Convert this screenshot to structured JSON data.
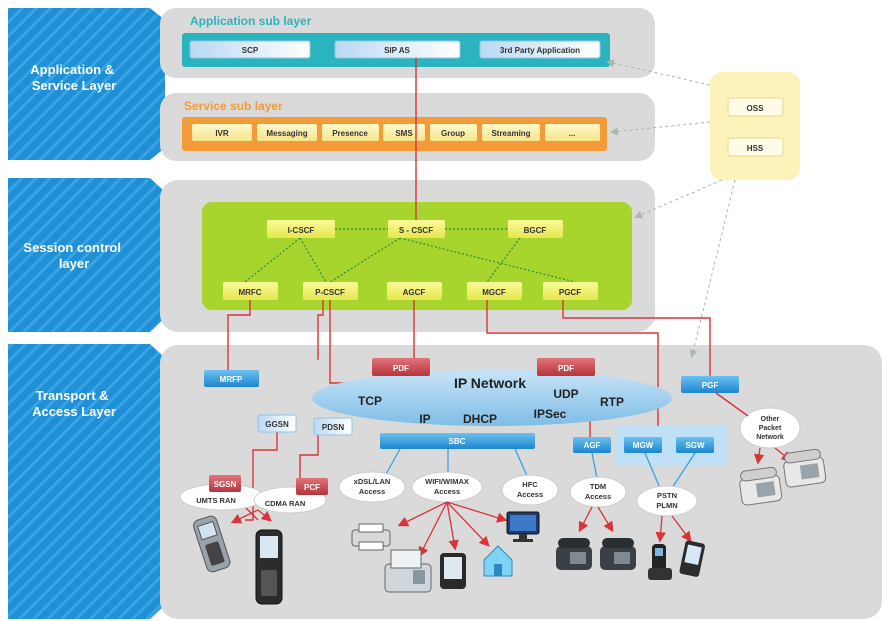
{
  "layers": [
    {
      "id": "app",
      "label_lines": [
        "Application &",
        "Service Layer"
      ]
    },
    {
      "id": "session",
      "label_lines": [
        "Session control",
        "layer"
      ]
    },
    {
      "id": "transport",
      "label_lines": [
        "Transport &",
        "Access Layer"
      ]
    }
  ],
  "application_sublayer": {
    "title": "Application sub layer",
    "items": [
      "SCP",
      "SIP AS",
      "3rd Party Application"
    ]
  },
  "service_sublayer": {
    "title": "Service sub layer",
    "items": [
      "IVR",
      "Messaging",
      "Presence",
      "SMS",
      "Group",
      "Streaming",
      "..."
    ]
  },
  "management": {
    "items": [
      "OSS",
      "HSS"
    ]
  },
  "session_nodes": {
    "top": [
      "I-CSCF",
      "S - CSCF",
      "BGCF"
    ],
    "bottom": [
      "MRFC",
      "P-CSCF",
      "AGCF",
      "MGCF",
      "PGCF"
    ]
  },
  "ip_network": {
    "title": "IP Network",
    "protocols": [
      "TCP",
      "UDP",
      "RTP",
      "IP",
      "DHCP",
      "IPSec"
    ]
  },
  "transport_nodes": {
    "MRFP": "MRFP",
    "PDF_left": "PDF",
    "PDF_right": "PDF",
    "PGF": "PGF",
    "GGSN": "GGSN",
    "PDSN": "PDSN",
    "SBC": "SBC",
    "AGF": "AGF",
    "MGW": "MGW",
    "SGW": "SGW",
    "SGSN": "SGSN",
    "PCF": "PCF"
  },
  "access_networks": {
    "umts": "UMTS RAN",
    "cdma": "CDMA RAN",
    "xdsl": [
      "xDSL/LAN",
      "Access"
    ],
    "wifi": [
      "WIFI/WIMAX",
      "Access"
    ],
    "hfc": [
      "HFC",
      "Access"
    ],
    "tdm": [
      "TDM",
      "Access"
    ],
    "pstn": [
      "PSTN",
      "PLMN"
    ],
    "other": [
      "Other",
      "Packet",
      "Network"
    ]
  },
  "device_icons": [
    "mobile-phone-icon",
    "flip-phone-icon",
    "printer-icon",
    "fax-icon",
    "pda-icon",
    "house-icon",
    "desktop-computer-icon",
    "desk-phone-icon",
    "cordless-phone-icon",
    "smartphone-icon"
  ],
  "colors": {
    "layer_blue": "#1f8fd6",
    "panel_gray": "#d9d9d9",
    "app_bar": "#2bb3c0",
    "service_bar": "#f29b38",
    "session_green": "#a8d42e",
    "node_yellow": "#f3f36a",
    "node_blue": "#2f9ee0",
    "node_red": "#c9474f",
    "line_red": "#d8343a",
    "mgmt_yellow": "#fbf3b9"
  }
}
